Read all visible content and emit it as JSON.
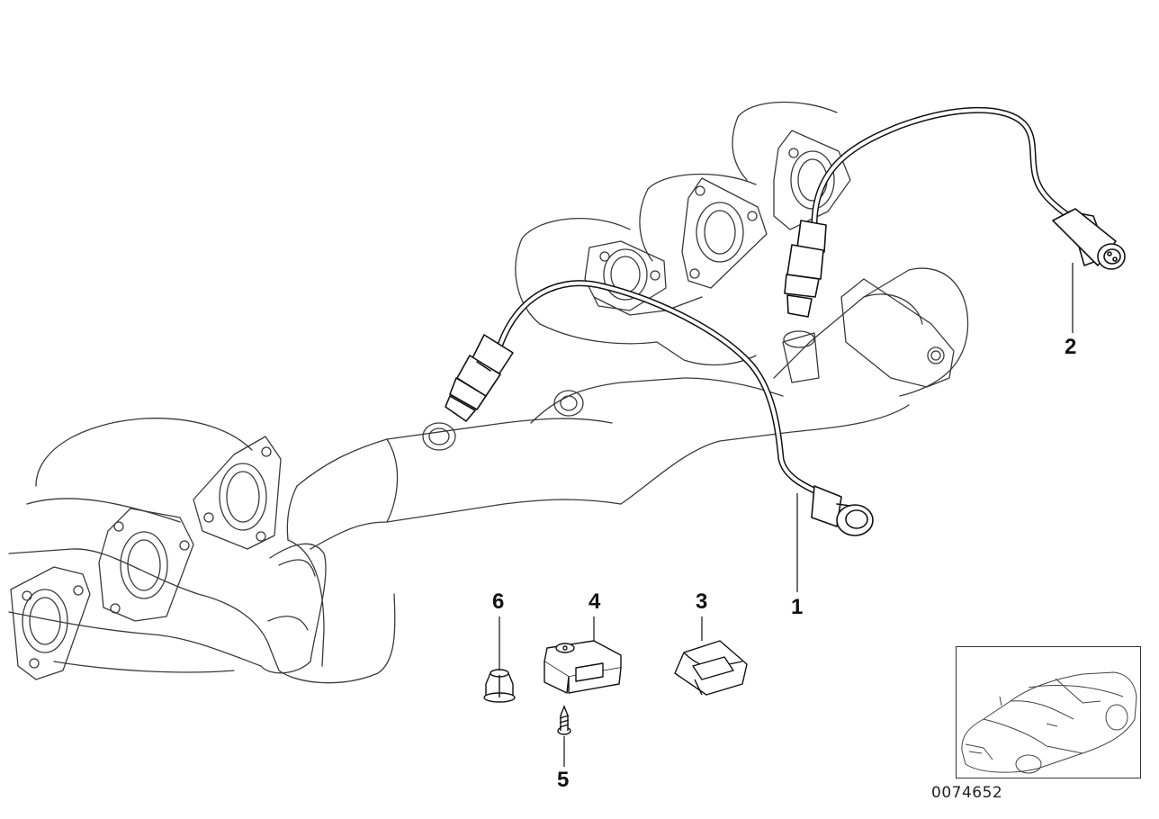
{
  "callouts": {
    "c1": "1",
    "c2": "2",
    "c3": "3",
    "c4": "4",
    "c5": "5",
    "c6": "6"
  },
  "reference_number": "0074652",
  "colors": {
    "line": "#1a1a1a",
    "ghost": "#555555",
    "background": "#ffffff"
  }
}
